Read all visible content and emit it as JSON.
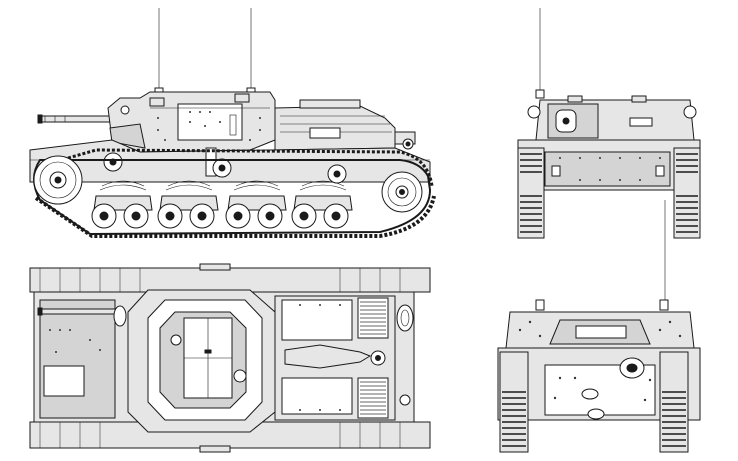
{
  "figure": {
    "views": [
      {
        "id": "left-side",
        "kind": "side elevation"
      },
      {
        "id": "front",
        "kind": "front elevation"
      },
      {
        "id": "top",
        "kind": "plan view"
      },
      {
        "id": "rear",
        "kind": "rear elevation"
      }
    ],
    "stroke_color": "#1a1a1a",
    "fill_color": "#e6e6e6",
    "background": "#ffffff",
    "caption": ""
  }
}
